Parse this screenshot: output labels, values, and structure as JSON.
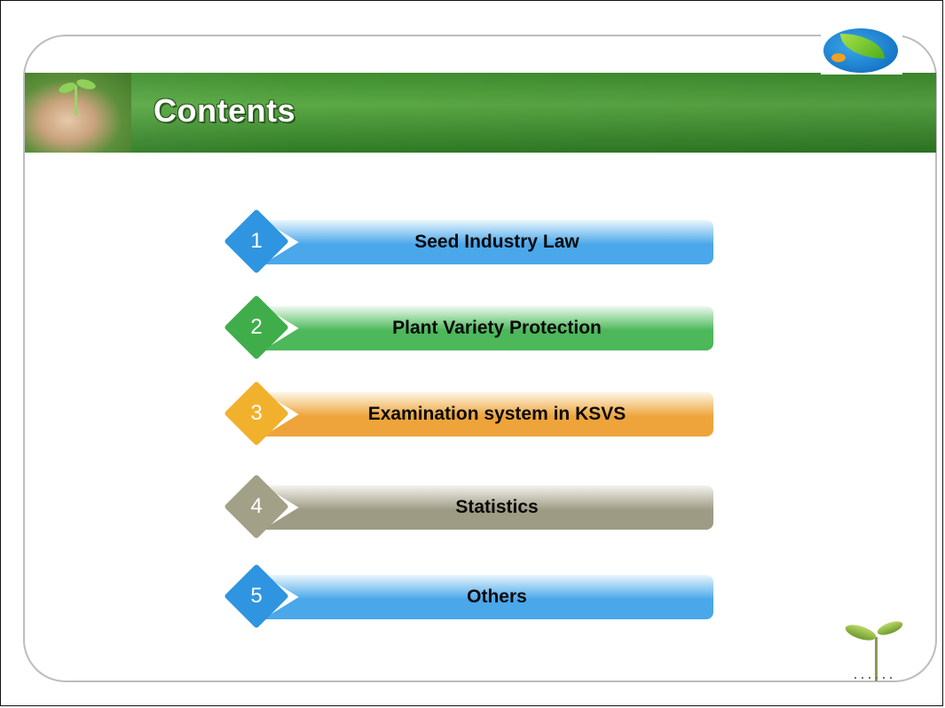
{
  "slide": {
    "title": "Contents"
  },
  "toc": {
    "items": [
      {
        "number": "1",
        "label": "Seed Industry Law",
        "color": "#2f95e0",
        "bar_start": "#eaf6fd",
        "bar_end": "#4aa7ea"
      },
      {
        "number": "2",
        "label": "Plant Variety Protection",
        "color": "#3fae4a",
        "bar_start": "#eefaf0",
        "bar_end": "#4cb85a"
      },
      {
        "number": "3",
        "label": "Examination system in KSVS",
        "color": "#f2b12c",
        "bar_start": "#fdf6e6",
        "bar_end": "#eea43a"
      },
      {
        "number": "4",
        "label": "Statistics",
        "color": "#a3a088",
        "bar_start": "#f4f3ee",
        "bar_end": "#9e9b85"
      },
      {
        "number": "5",
        "label": "Others",
        "color": "#2f95e0",
        "bar_start": "#eaf6fd",
        "bar_end": "#4aa7ea"
      }
    ]
  },
  "icons": {
    "logo": "leaf-logo-icon",
    "banner_photo": "hands-with-sprout-icon",
    "corner_plant": "sprout-icon"
  }
}
